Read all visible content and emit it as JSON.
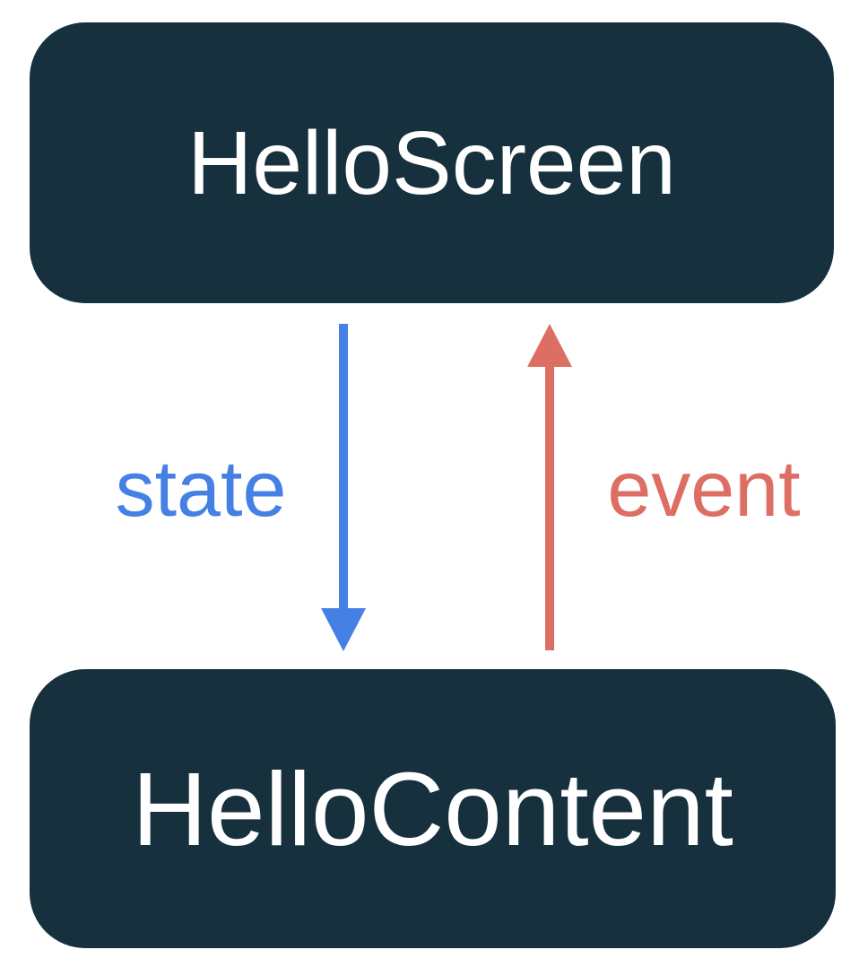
{
  "diagram": {
    "background": "#FFFFFF",
    "nodes": [
      {
        "id": "hello-screen",
        "label": "HelloScreen",
        "fill": "#16303E",
        "text_color": "#FFFFFF"
      },
      {
        "id": "hello-content",
        "label": "HelloContent",
        "fill": "#16303E",
        "text_color": "#FFFFFF"
      }
    ],
    "edges": [
      {
        "id": "state",
        "label": "state",
        "from": "HelloScreen",
        "to": "HelloContent",
        "direction": "down",
        "color": "#4580E4"
      },
      {
        "id": "event",
        "label": "event",
        "from": "HelloContent",
        "to": "HelloScreen",
        "direction": "up",
        "color": "#DD6E63"
      }
    ]
  }
}
